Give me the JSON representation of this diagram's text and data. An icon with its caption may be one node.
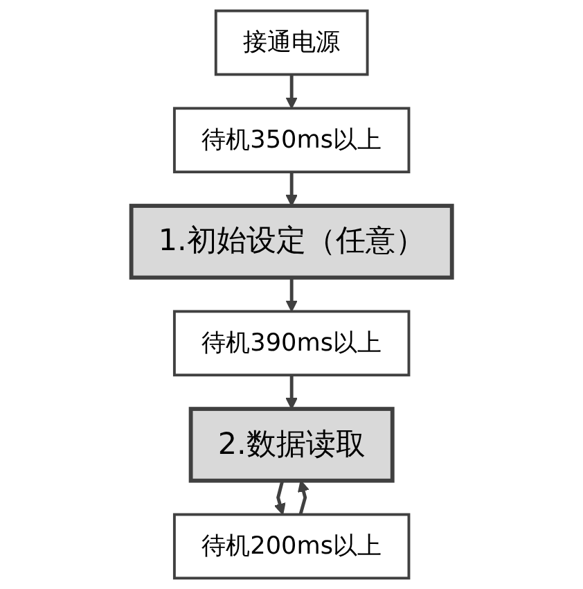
{
  "diagram": {
    "nodes": [
      {
        "text": [
          "接通电源"
        ]
      },
      {
        "text": [
          "待机350ms以上"
        ]
      },
      {
        "text": [
          "1.初始设定（任意）"
        ]
      },
      {
        "text": [
          "待机390ms以上"
        ]
      },
      {
        "text": [
          "2.数据读取"
        ]
      },
      {
        "text": [
          "待机200ms以上"
        ]
      }
    ],
    "edges": [
      {
        "from": 0,
        "to": 1,
        "arrow": "to"
      },
      {
        "from": 1,
        "to": 2,
        "arrow": "to"
      },
      {
        "from": 2,
        "to": 3,
        "arrow": "to"
      },
      {
        "from": 3,
        "to": 4,
        "arrow": "to"
      },
      {
        "from": 4,
        "to": 5,
        "arrow": "to"
      },
      {
        "from": 5,
        "to": 4,
        "arrow": "to"
      }
    ]
  }
}
